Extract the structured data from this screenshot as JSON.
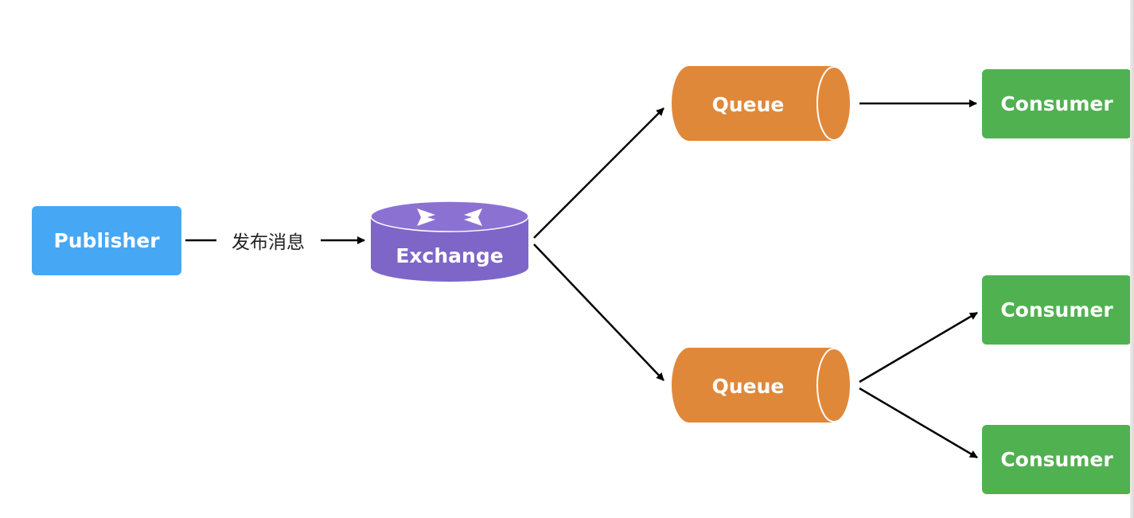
{
  "publisher": {
    "label": "Publisher"
  },
  "publish_edge": {
    "label": "发布消息"
  },
  "exchange": {
    "label": "Exchange",
    "icon": "exchange-arrows-icon"
  },
  "queues": [
    {
      "label": "Queue"
    },
    {
      "label": "Queue"
    }
  ],
  "consumers": [
    {
      "label": "Consumer"
    },
    {
      "label": "Consumer"
    },
    {
      "label": "Consumer"
    }
  ],
  "colors": {
    "publisher": "#46a8f5",
    "exchange": "#8066c8",
    "exchange_top": "#8a70d0",
    "queue": "#e0883a",
    "consumer": "#50b150",
    "edge": "#000000",
    "text_dark": "#222222"
  }
}
